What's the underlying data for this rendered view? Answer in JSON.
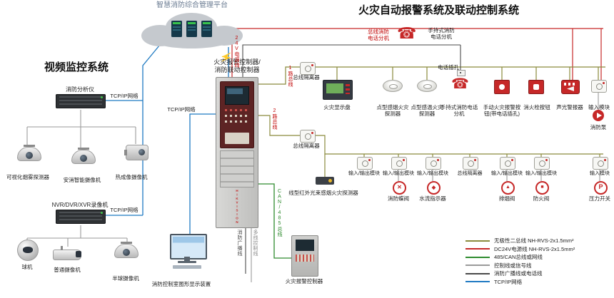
{
  "titles": {
    "platform": "智慧消防综合管理平台",
    "fire_system": "火灾自动报警系统及联动控制系统",
    "video_system": "视频监控系统"
  },
  "network": {
    "tcpip": "TCP/IP网络"
  },
  "bus_labels": {
    "power24v": "24V电源线",
    "loop1": "1路总线",
    "loop2": "2路总线",
    "can485": "CAN/485总线",
    "broadcast": "消防广播线",
    "multiline": "多线控制线"
  },
  "video": {
    "analyzer": "消防分析仪",
    "visual_smoke_camera": "可视化烟雾探测器",
    "smart_camera": "安消智能摄像机",
    "thermal_camera": "热成像摄像机",
    "recorder": "NVR/DVR/XVR录像机",
    "ptz_ball": "球机",
    "bullet": "普通摄像机",
    "half_dome": "半球摄像机",
    "graphic_display": "消防控制室图形显示装置"
  },
  "controller": {
    "label_line1": "火灾报警控制器/",
    "label_line2": "消防联动控制器",
    "brand": "HIKVISION",
    "slave": "火灾报警控制器"
  },
  "phone_zone": {
    "bus_phone": "总线消防电话分机",
    "handheld_phone": "手持式消防电话分机",
    "jack": "电话插孔"
  },
  "loop1_devices": {
    "isolator": "总线隔离器",
    "fire_display": "火灾显示盘",
    "smoke_detector": "点型感烟火灾探测器",
    "heat_detector": "点型感温火灾探测器",
    "phone_ext": "手持式消防电话分机",
    "manual_button": "手动火灾报警按钮(带电话插孔)",
    "hydrant_button": "消火栓按钮",
    "sounder": "声光警报器",
    "input_module": "输入模块",
    "fire_pump": "消防泵"
  },
  "loop2_devices": {
    "isolator": "总线隔离器",
    "modules": [
      "输入/输出模块",
      "输入/输出模块",
      "输入/输出模块",
      "总线隔离器",
      "输入/输出模块",
      "输入/输出模块",
      "输入模块"
    ],
    "beam_detector": "线型红外光束感烟火灾探测器",
    "butterfly_valve": "消防蝶阀",
    "water_flow": "水流指示器",
    "smoke_exhaust_valve": "排烟阀",
    "fire_damper": "防火阀",
    "pressure_switch": "压力开关"
  },
  "legend": {
    "items": [
      {
        "label": "无极性二总线 NH-RVS-2x1.5mm²",
        "color": "#8a8a3c"
      },
      {
        "label": "DC24V电源线 NH-RVS-2x1.5mm²",
        "color": "#c62828"
      },
      {
        "label": "485/CAN总线或网线",
        "color": "#2e8b2e"
      },
      {
        "label": "控制线或信号线",
        "color": "#9a9a9a"
      },
      {
        "label": "消防广播线或电话线",
        "color": "#4a4a4a"
      },
      {
        "label": "TCP/IP网络",
        "color": "#1f7ac2"
      }
    ]
  },
  "colors": {
    "wire_bus": "#8a8a3c",
    "wire_power": "#c62828",
    "wire_can": "#2e8b2e",
    "wire_signal": "#9a9a9a",
    "wire_phone": "#4a4a4a",
    "wire_tcpip": "#1f7ac2",
    "device_red": "#c62828"
  }
}
